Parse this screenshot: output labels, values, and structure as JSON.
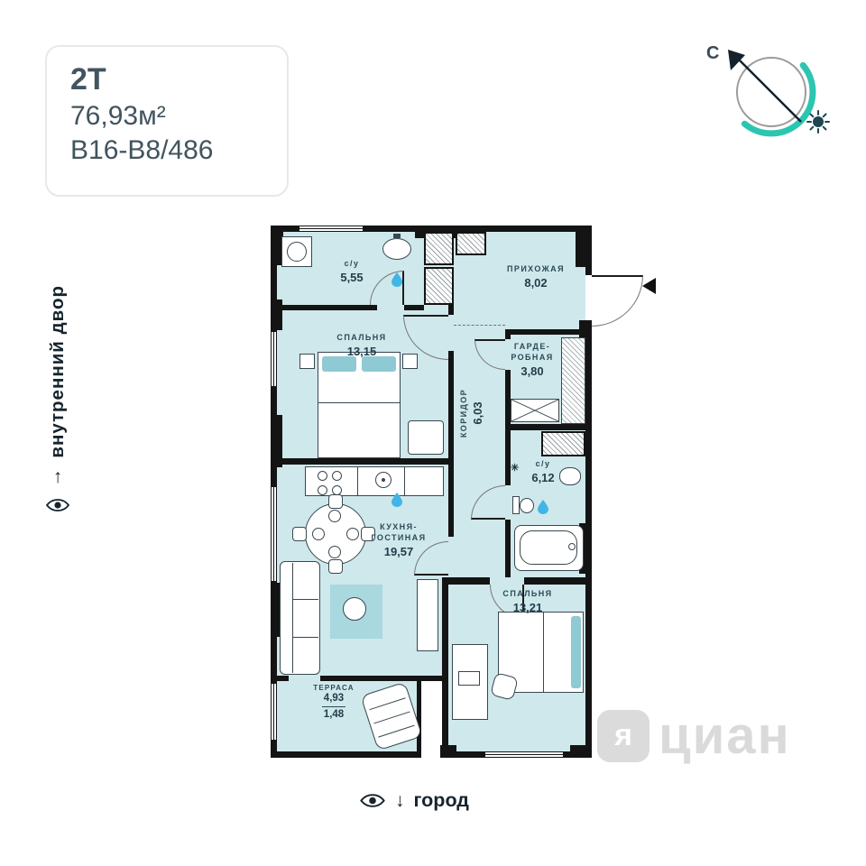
{
  "info_card": {
    "type": "2Т",
    "area": "76,93м²",
    "code": "В16-В8/486"
  },
  "compass": {
    "north": "С"
  },
  "orientation": {
    "courtyard": "внутренний двор",
    "city": "город",
    "arrow_up": "↑",
    "arrow_down": "↓"
  },
  "rooms": {
    "bath1": {
      "name": "с/у",
      "area": "5,55"
    },
    "hallway": {
      "name": "ПРИХОЖАЯ",
      "area": "8,02"
    },
    "bedroom1": {
      "name": "СПАЛЬНЯ",
      "area": "13,15"
    },
    "wardrobe": {
      "name_line1": "ГАРДЕ-",
      "name_line2": "РОБНАЯ",
      "area": "3,80"
    },
    "corridor": {
      "name": "КОРИДОР",
      "area": "6,03"
    },
    "bath2": {
      "name": "с/у",
      "area": "6,12",
      "boiler_mark": "✳"
    },
    "kitchen": {
      "name_line1": "КУХНЯ-",
      "name_line2": "ГОСТИНАЯ",
      "area": "19,57"
    },
    "bedroom2": {
      "name": "СПАЛЬНЯ",
      "area": "13,21"
    },
    "terrace": {
      "name": "ТЕРРАСА",
      "area_upper": "4,93",
      "area_lower": "1,48"
    }
  },
  "watermark": {
    "logo_letter": "я",
    "text": "циан"
  },
  "colors": {
    "room_fill": "#cfe8eb",
    "wall": "#141414",
    "accent_teal": "#2cc6b0",
    "water_drop": "#41b6e6",
    "label_text": "#2a4a58",
    "watermark": "#bdbdbd"
  }
}
